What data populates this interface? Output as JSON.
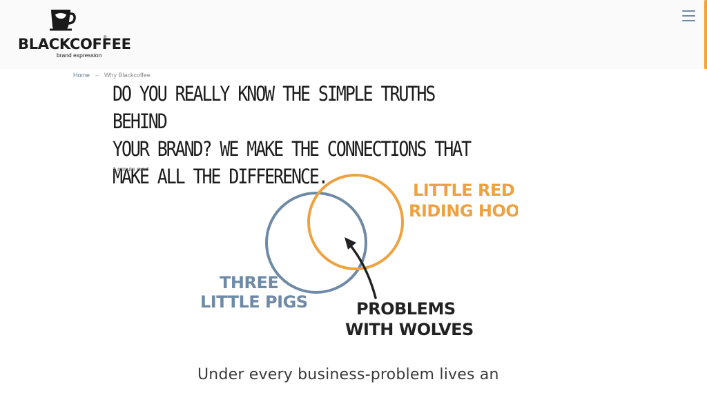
{
  "header": {
    "logo": {
      "word": "BLACKCOFFEE",
      "reg": "®",
      "tagline": "brand expression"
    },
    "accent_color": "#f0a43a",
    "menu_icon": "hamburger-icon"
  },
  "breadcrumb": {
    "home": "Home",
    "separator": "–",
    "current": "Why Blackcoffee"
  },
  "article": {
    "headline_lines": [
      "DO YOU REALLY KNOW THE SIMPLE TRUTHS BEHIND",
      "YOUR BRAND? WE MAKE THE CONNECTIONS THAT",
      "MAKE ALL THE DIFFERENCE."
    ],
    "read_time": "1 minute read",
    "body_text": "Under every business-problem lives an"
  },
  "venn": {
    "left_label": [
      "THREE",
      "LITTLE PIGS"
    ],
    "right_label": [
      "LITTLE RED",
      "RIDING HOOD"
    ],
    "center_label": [
      "PROBLEMS",
      "WITH WOLVES"
    ],
    "left_color": "#6f8aa6",
    "right_color": "#eea23f",
    "arrow_color": "#222222"
  }
}
